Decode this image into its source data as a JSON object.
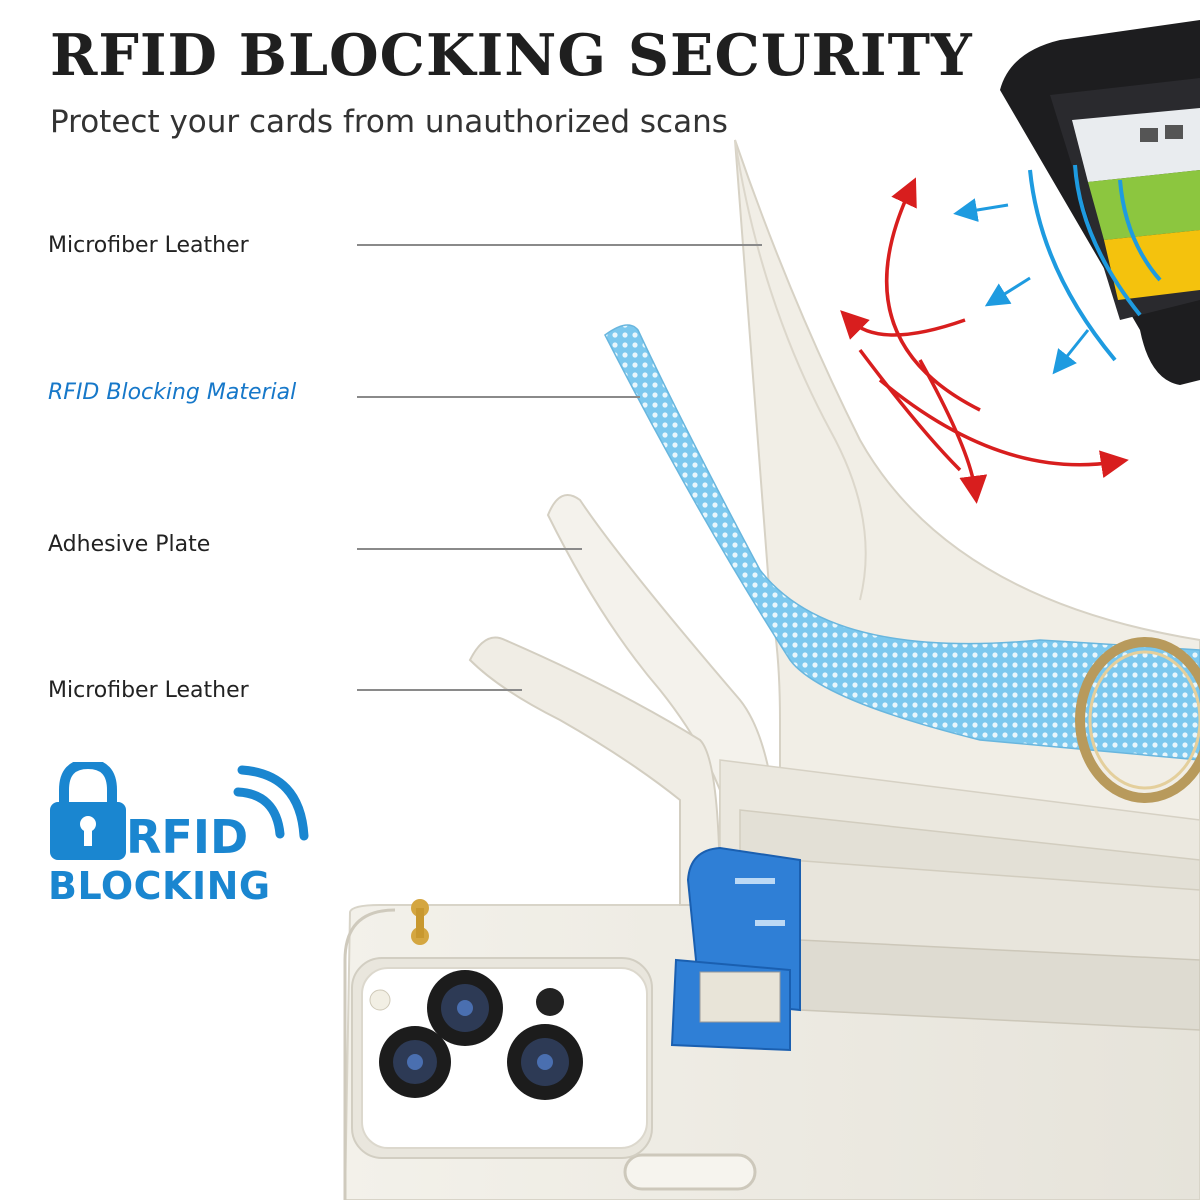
{
  "header": {
    "title": "RFID BLOCKING SECURITY",
    "subtitle": "Protect your cards from unauthorized scans"
  },
  "layers": [
    {
      "label": "Microfiber Leather"
    },
    {
      "label": "RFID Blocking Material"
    },
    {
      "label": "Adhesive Plate"
    },
    {
      "label": "Microfiber Leather"
    }
  ],
  "badge": {
    "line1": "RFID",
    "line2": "BLOCKING"
  },
  "colors": {
    "title": "#1f1f1f",
    "rfid_blue": "#1a86d0",
    "leather": "#efece3",
    "signal_blue": "#1e9be0",
    "deflect_red": "#d81e1e"
  }
}
